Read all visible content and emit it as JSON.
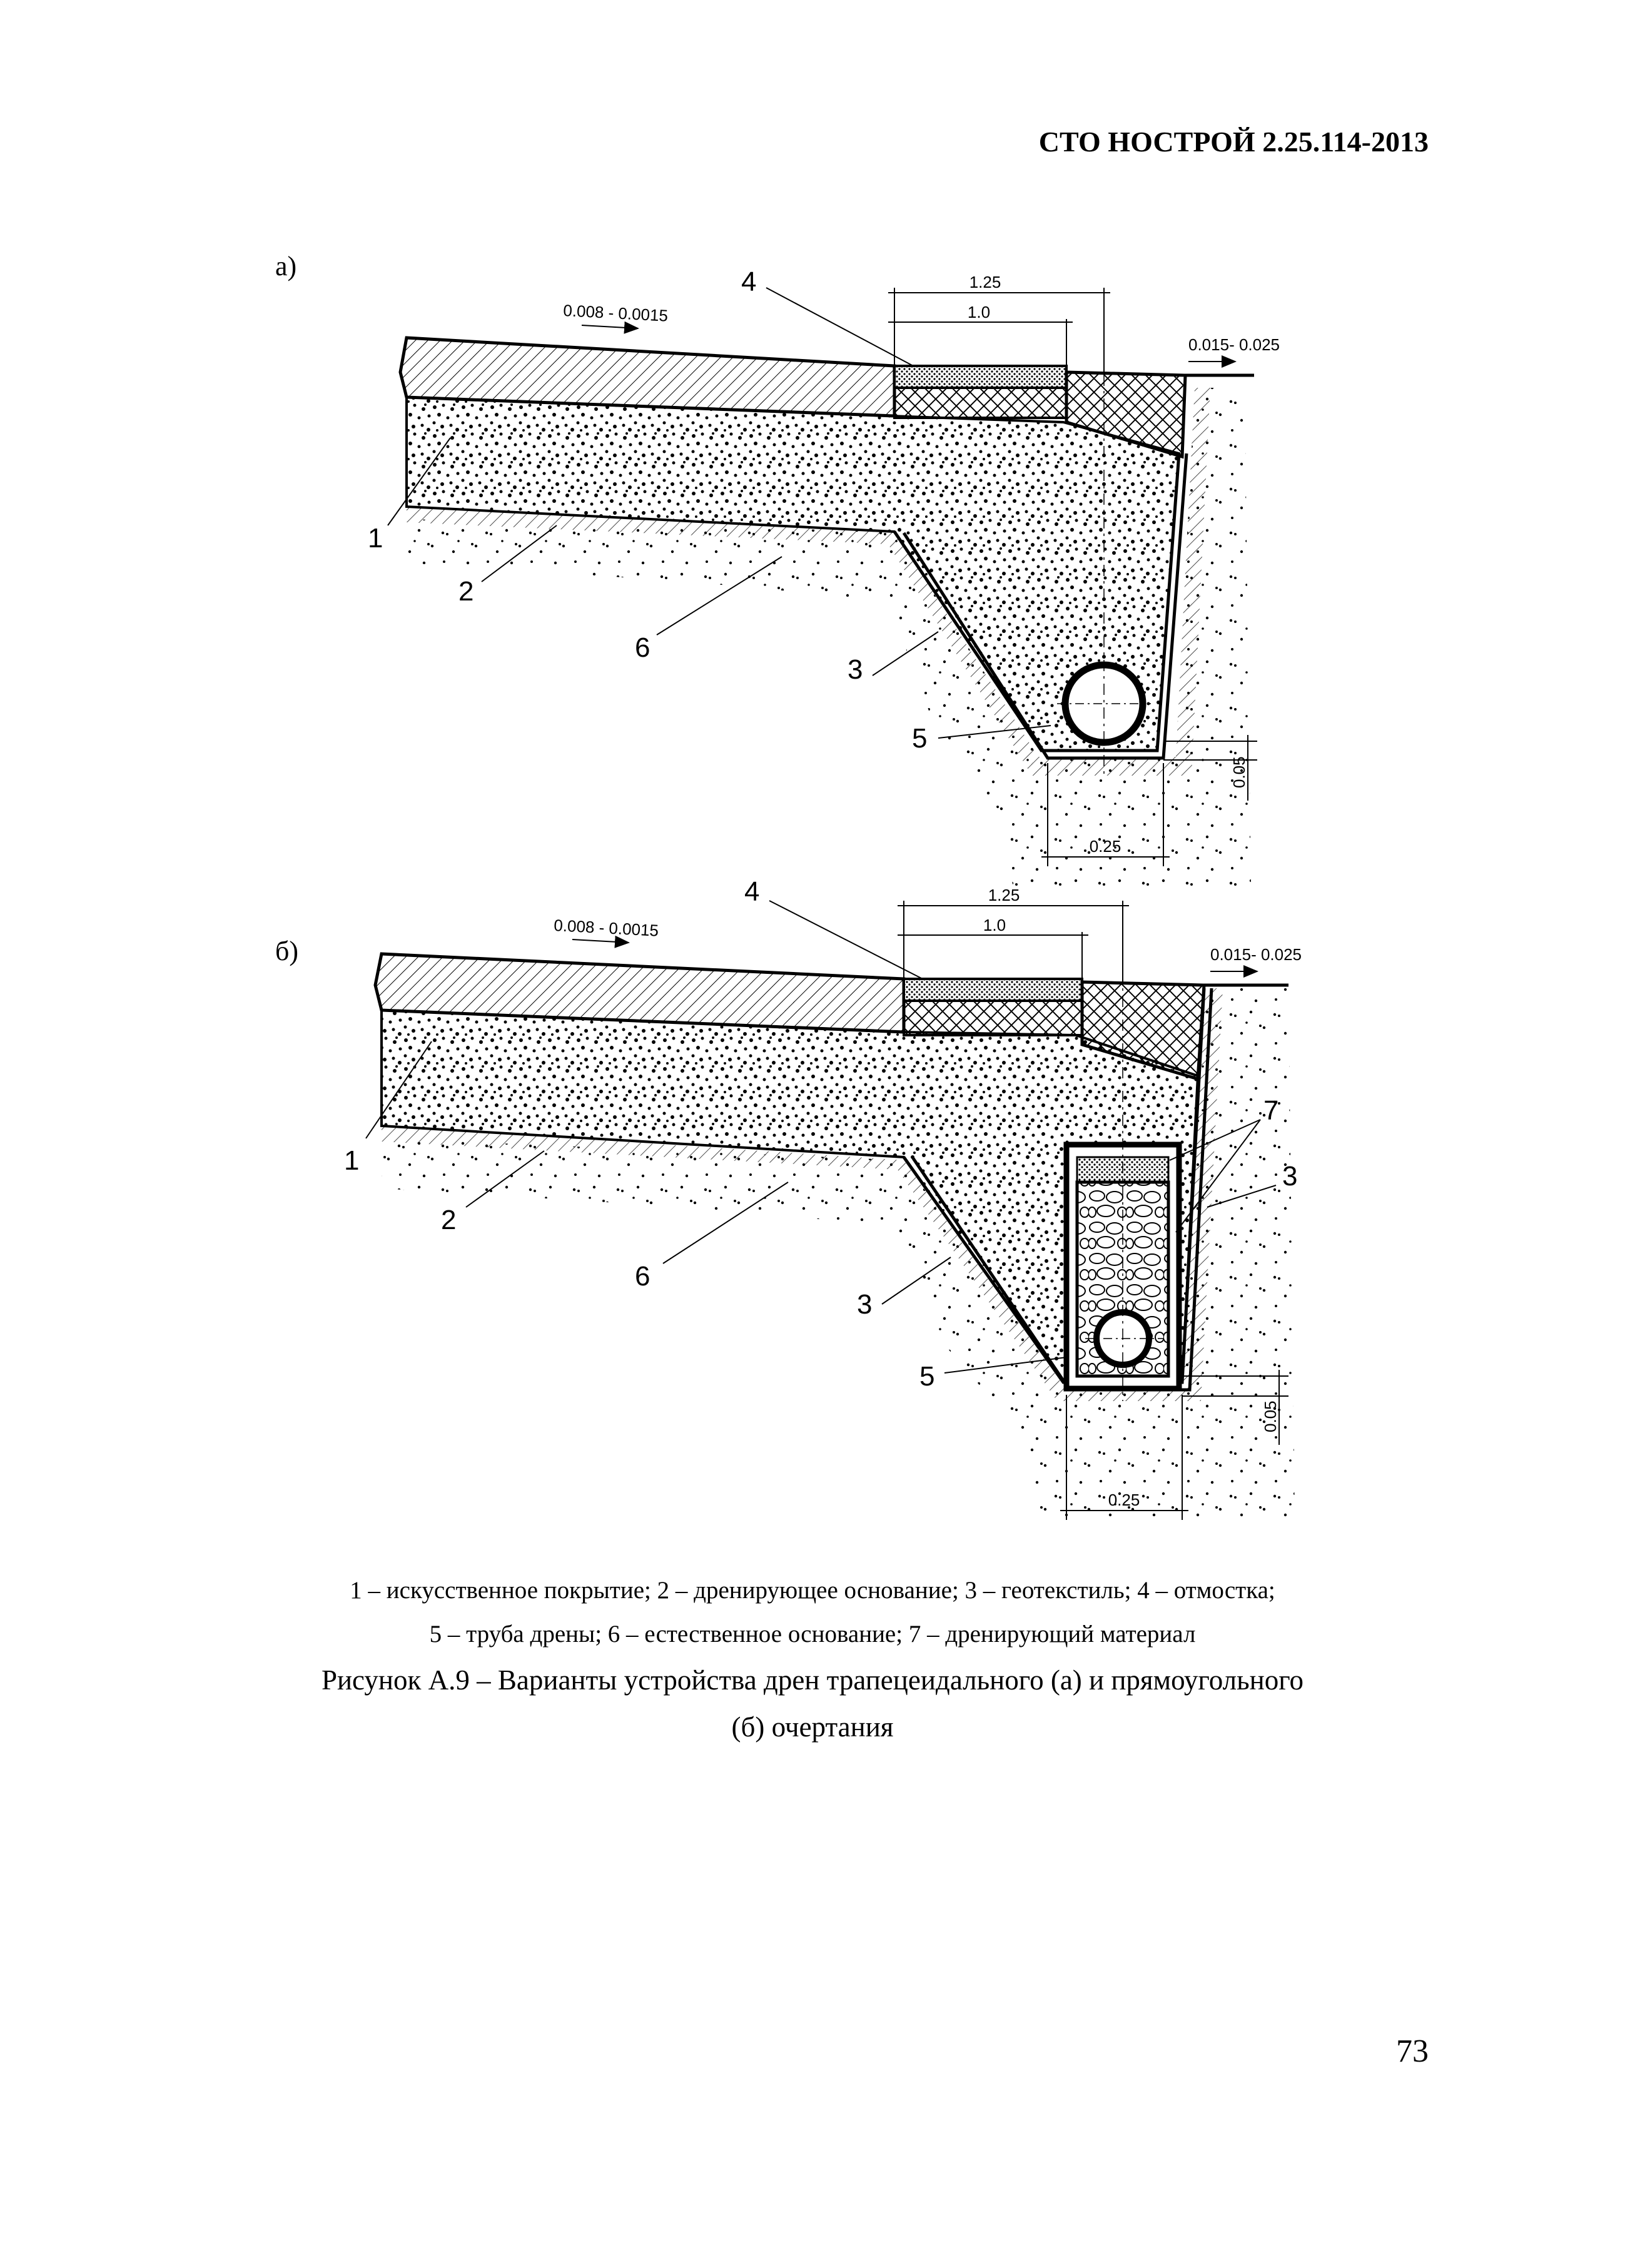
{
  "header": {
    "doc_code": "СТО НОСТРОЙ 2.25.114-2013"
  },
  "figure": {
    "variant_a": {
      "label": "а)",
      "slope_left": "0.008 - 0.0015",
      "slope_right": "0.015- 0.025",
      "dim_top_outer": "1.25",
      "dim_top_inner": "1.0",
      "dim_bottom": "0.25",
      "dim_vertical": "0.05",
      "callouts": [
        "1",
        "2",
        "3",
        "4",
        "5",
        "6"
      ]
    },
    "variant_b": {
      "label": "б)",
      "slope_left": "0.008 - 0.0015",
      "slope_right": "0.015- 0.025",
      "dim_top_outer": "1.25",
      "dim_top_inner": "1.0",
      "dim_bottom": "0.25",
      "dim_vertical": "0.05",
      "callouts": [
        "1",
        "2",
        "3",
        "4",
        "5",
        "6",
        "7",
        "3"
      ]
    },
    "legend_line1": "1 – искусственное покрытие; 2 – дренирующее основание; 3 – геотекстиль; 4 – отмостка;",
    "legend_line2": "5 – труба дрены; 6 – естественное основание; 7 – дренирующий материал",
    "title_line1": "Рисунок А.9 – Варианты устройства дрен трапецеидального (а) и прямоугольного",
    "title_line2": "(б) очертания"
  },
  "page_number": "73"
}
